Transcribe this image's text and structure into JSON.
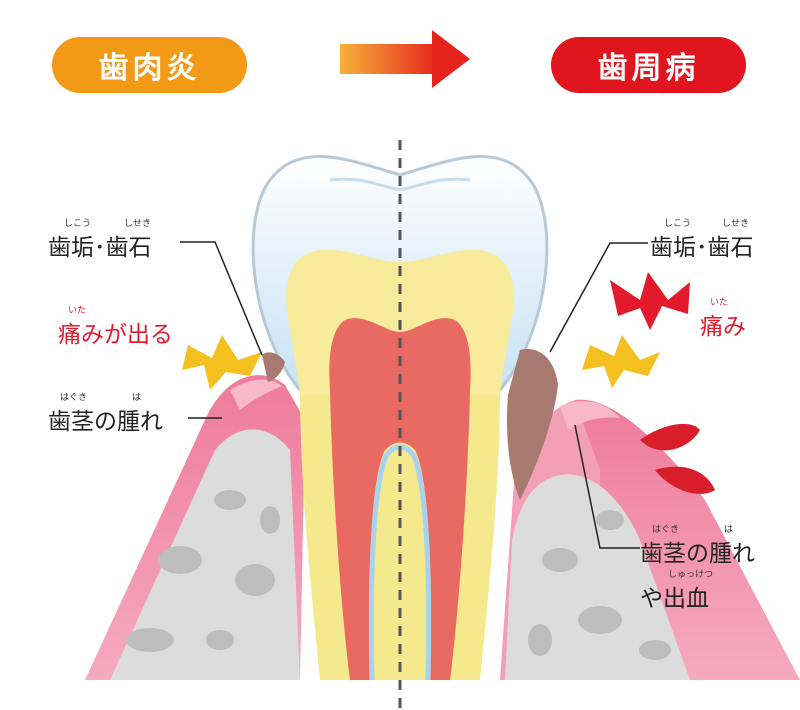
{
  "header": {
    "left_title": "歯肉炎",
    "right_title": "歯周病",
    "left_color": "#f29a16",
    "right_color": "#e0151d"
  },
  "left_labels": {
    "plaque": "歯垢･歯石",
    "plaque_ruby_1": "しこう",
    "plaque_ruby_2": "しせき",
    "pain": "痛みが出る",
    "pain_ruby": "いた",
    "swelling": "歯茎の腫れ",
    "swelling_ruby_1": "はぐき",
    "swelling_ruby_2": "は"
  },
  "right_labels": {
    "plaque": "歯垢･歯石",
    "plaque_ruby_1": "しこう",
    "plaque_ruby_2": "しせき",
    "pain": "痛み",
    "pain_ruby": "いた",
    "swelling_line1": "歯茎の腫れ",
    "swelling_ruby_1": "はぐき",
    "swelling_ruby_2": "は",
    "swelling_line2": "や出血",
    "bleeding_ruby": "しゅっけつ"
  },
  "colors": {
    "gum": "#ef7fa0",
    "gum_light": "#f8b8c8",
    "bone": "#d9d9d9",
    "enamel": "#dbecf7",
    "dentin": "#f8ec9c",
    "pulp": "#e96a63",
    "tartar": "#a97a70",
    "blood": "#d81d2b"
  }
}
